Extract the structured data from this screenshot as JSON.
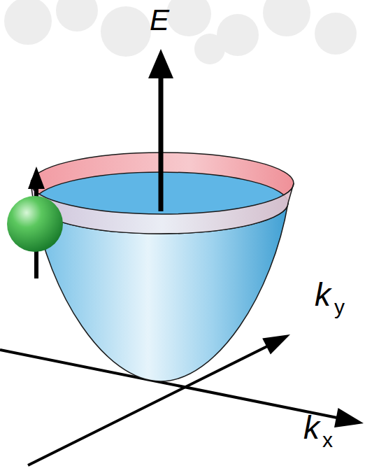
{
  "diagram": {
    "labels": [
      "E",
      "k",
      "y",
      "k",
      "x"
    ]
  }
}
